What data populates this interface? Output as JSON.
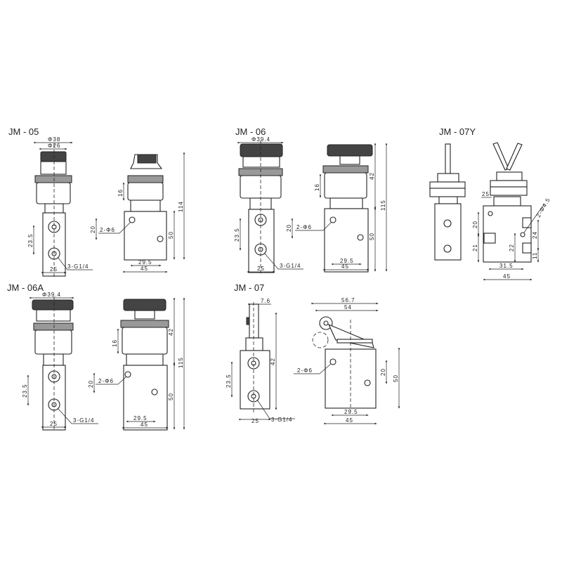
{
  "models": {
    "jm05": {
      "title": "JM - 05",
      "dia_outer": "Φ38",
      "dia_inner": "Φ26",
      "pitch": "23.5",
      "width_side": "25",
      "ports": "3-G1/4",
      "collar": "16",
      "total_height": "114",
      "hole_spacing": "20",
      "holes": "2-Φ6",
      "body_height": "50",
      "hole_offset": "29.5",
      "width_front": "45"
    },
    "jm06": {
      "title": "JM - 06",
      "dia_outer": "Φ39.4",
      "pitch": "23.5",
      "width_side": "25",
      "ports": "3-G1/4",
      "collar": "16",
      "head_height": "42",
      "total_height": "115",
      "hole_spacing": "20",
      "holes": "2-Φ6",
      "body_height": "50",
      "hole_offset": "29.5",
      "width_front": "45"
    },
    "jm07y": {
      "title": "JM - 07Y",
      "neck": "25",
      "holes": "2-Φ4.5",
      "hole_spacing": "20",
      "left_height": "21",
      "mid_height": "22",
      "right_height": "24",
      "bottom_height": "11",
      "hole_offset": "31.5",
      "width_front": "45"
    },
    "jm06a": {
      "title": "JM - 06A",
      "dia_outer": "Φ39.4",
      "pitch": "23.5",
      "width_side": "25",
      "ports": "3-G1/4",
      "collar": "16",
      "head_height": "42",
      "total_height": "115",
      "hole_spacing": "20",
      "holes": "2-Φ6",
      "body_height": "50",
      "hole_offset": "29.5",
      "width_front": "45"
    },
    "jm07": {
      "title": "JM - 07",
      "stem_width": "7.6",
      "height_42": "42",
      "pitch": "23.5",
      "width_side": "25",
      "ports": "3-G1/4",
      "lever_outer": "56.7",
      "lever_inner": "54",
      "holes": "2-Φ6",
      "hole_spacing": "20",
      "body_height": "50",
      "hole_offset": "29.5",
      "width_front": "45"
    }
  }
}
